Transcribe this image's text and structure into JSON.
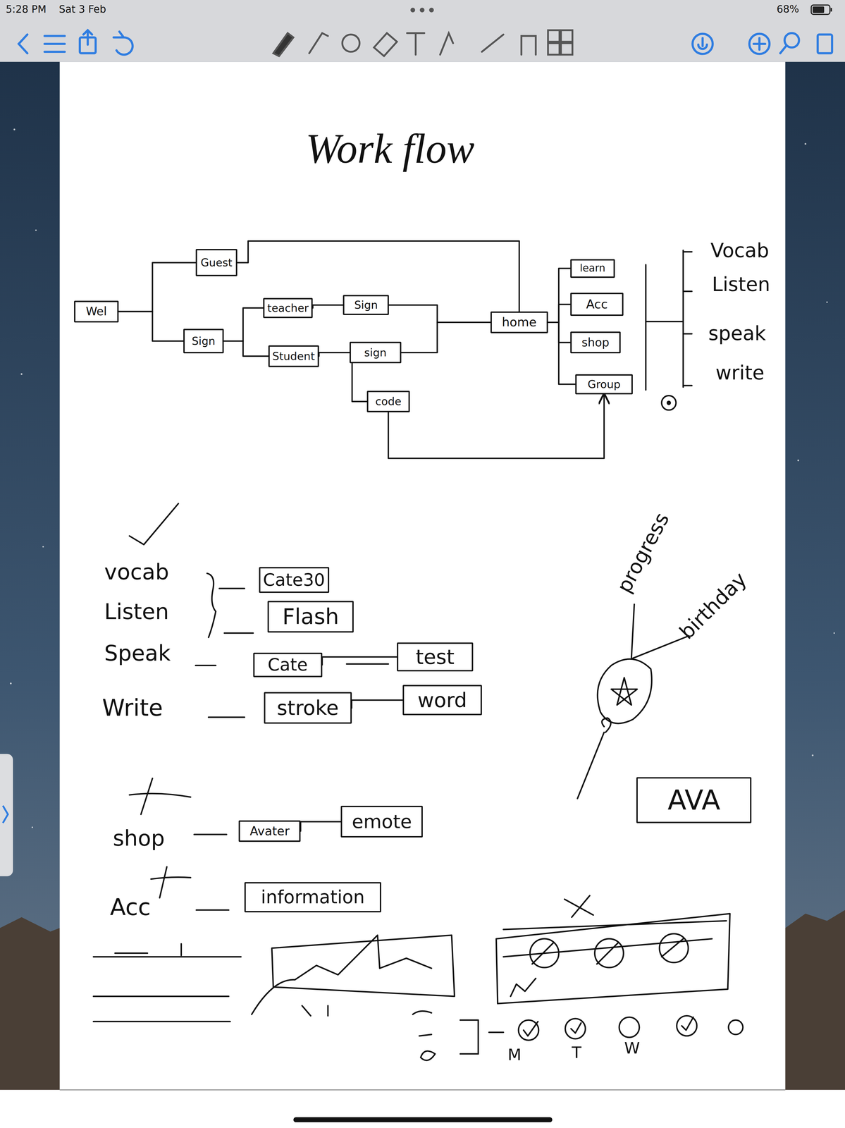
{
  "diagram": {
    "title": "Work flow",
    "nodes": [
      {
        "text": [
          "Wel"
        ]
      },
      {
        "text": [
          "Guest"
        ]
      },
      {
        "text": [
          "Sign"
        ]
      },
      {
        "text": [
          "teacher"
        ]
      },
      {
        "text": [
          "Student"
        ]
      },
      {
        "text": [
          "Sign"
        ]
      },
      {
        "text": [
          "sign"
        ]
      },
      {
        "text": [
          "code"
        ]
      },
      {
        "text": [
          "home"
        ]
      },
      {
        "text": [
          "learn"
        ]
      },
      {
        "text": [
          "Acc"
        ]
      },
      {
        "text": [
          "shop"
        ]
      },
      {
        "text": [
          "Group"
        ]
      },
      {
        "text": [
          "Cate30"
        ]
      },
      {
        "text": [
          "Flash"
        ]
      },
      {
        "text": [
          "Cate"
        ]
      },
      {
        "text": [
          "test"
        ]
      },
      {
        "text": [
          "stroke"
        ]
      },
      {
        "text": [
          "word"
        ]
      },
      {
        "text": [
          "Avater"
        ]
      },
      {
        "text": [
          "emote"
        ]
      },
      {
        "text": [
          "information"
        ]
      },
      {
        "text": [
          "AVA"
        ]
      }
    ],
    "edges": [
      {
        "from": 0,
        "to": 1,
        "arrow": "none"
      },
      {
        "from": 0,
        "to": 2,
        "arrow": "none"
      },
      {
        "from": 1,
        "to": 8,
        "arrow": "none"
      },
      {
        "from": 2,
        "to": 3,
        "arrow": "none"
      },
      {
        "from": 2,
        "to": 4,
        "arrow": "none"
      },
      {
        "from": 3,
        "to": 5,
        "arrow": "none"
      },
      {
        "from": 4,
        "to": 6,
        "arrow": "none"
      },
      {
        "from": 5,
        "to": 8,
        "arrow": "none"
      },
      {
        "from": 6,
        "to": 8,
        "arrow": "none"
      },
      {
        "from": 6,
        "to": 7,
        "arrow": "none"
      },
      {
        "from": 7,
        "to": 12,
        "arrow": "to"
      },
      {
        "from": 8,
        "to": 9,
        "arrow": "none"
      },
      {
        "from": 8,
        "to": 10,
        "arrow": "none"
      },
      {
        "from": 8,
        "to": 11,
        "arrow": "none"
      },
      {
        "from": 8,
        "to": 12,
        "arrow": "none"
      },
      {
        "from": 15,
        "to": 16,
        "arrow": "none"
      },
      {
        "from": 17,
        "to": 18,
        "arrow": "none"
      },
      {
        "from": 19,
        "to": 20,
        "arrow": "none"
      }
    ],
    "labels": [
      "5:28 PM",
      "Sat 3 Feb",
      "68%",
      "Vocab",
      "Listen",
      "speak",
      "write",
      "vocab",
      "Listen",
      "Speak",
      "Write",
      "progress",
      "birthday",
      "shop",
      "Acc",
      "M",
      "T",
      "W"
    ]
  }
}
